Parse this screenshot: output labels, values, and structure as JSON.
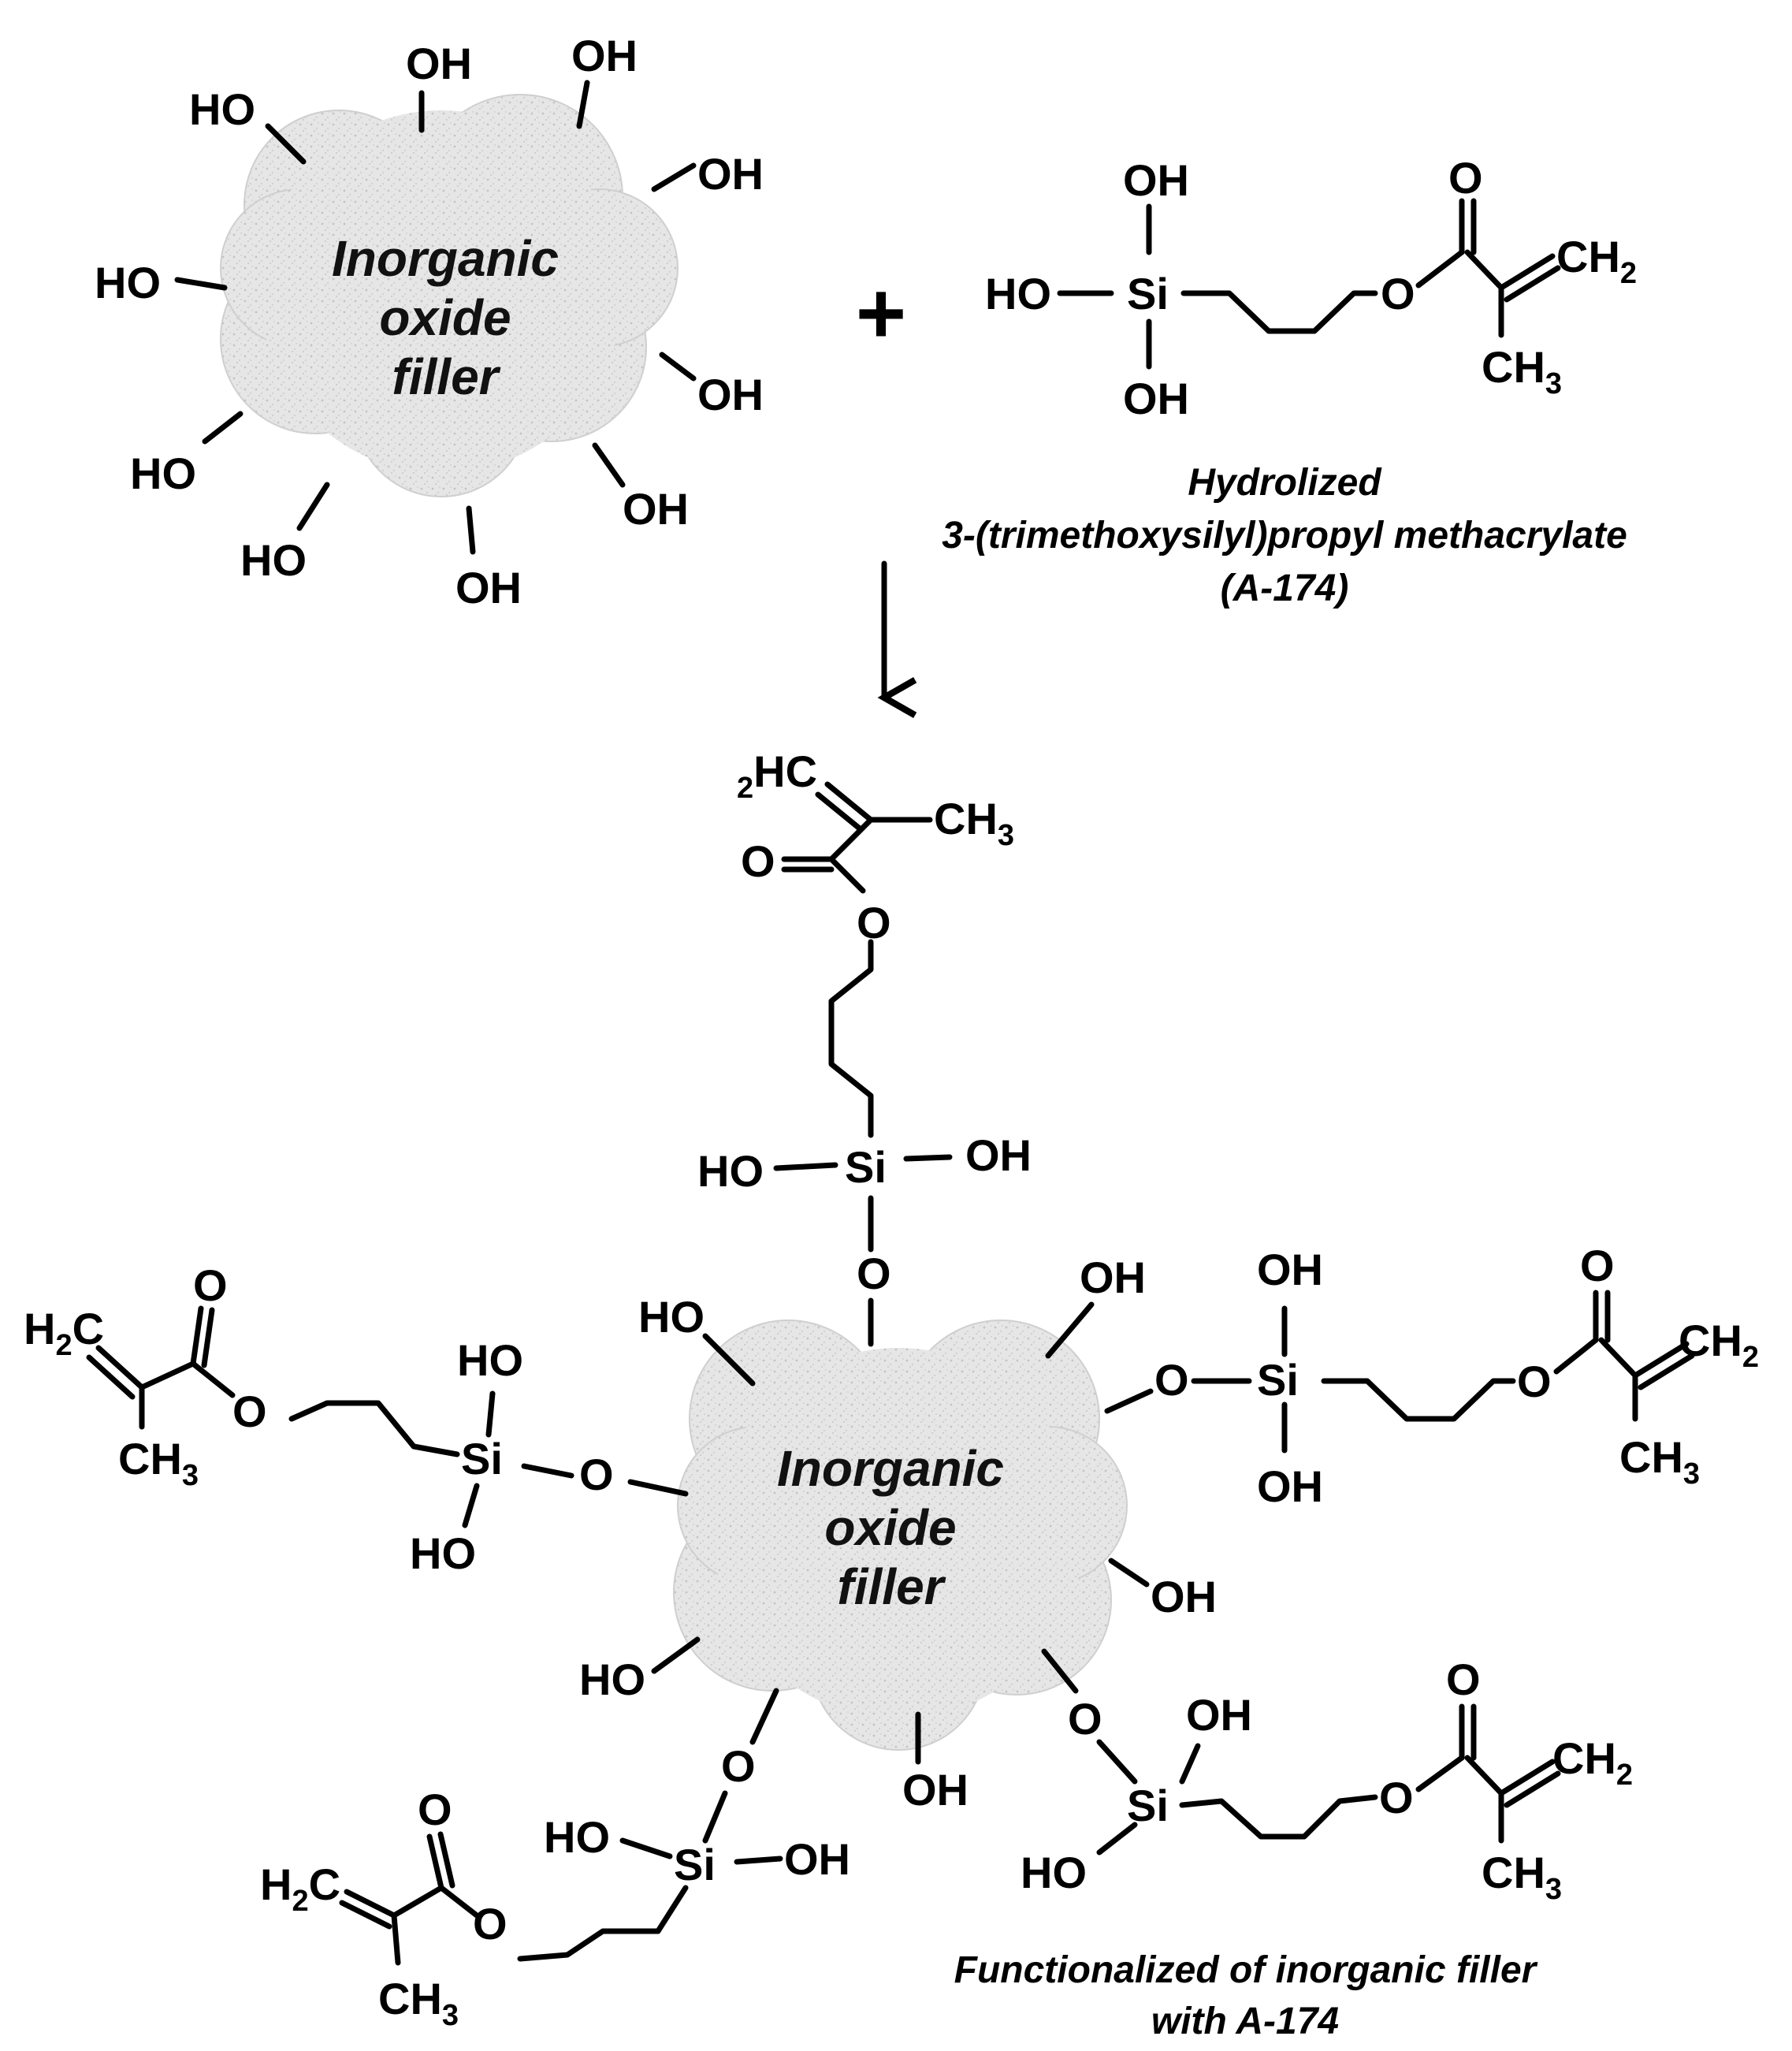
{
  "particle_label_lines": [
    "Inorganic",
    "oxide",
    "filler"
  ],
  "plus_sign": "+",
  "atoms": {
    "oh": "OH",
    "ho": "HO",
    "si": "Si",
    "o": "O",
    "ch2": "CH",
    "h2c": "H",
    "h2c_tail": "C",
    "hc_left": "HC",
    "ch3": "CH",
    "sub2": "2",
    "sub3": "3"
  },
  "silane_caption": [
    "Hydrolized",
    "3-(trimethoxysilyl)propyl methacrylate",
    "(A-174)"
  ],
  "product_caption": [
    "Functionalized of inorganic filler",
    "with A-174"
  ]
}
